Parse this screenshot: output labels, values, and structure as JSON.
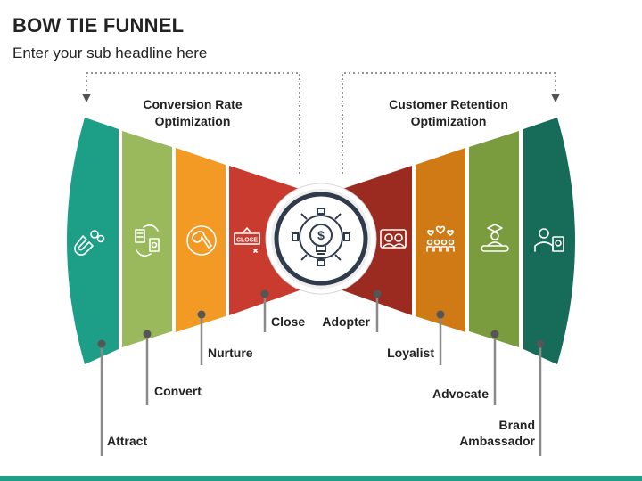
{
  "title": "BOW TIE FUNNEL",
  "subtitle": "Enter your sub headline here",
  "left_heading": [
    "Conversion Rate",
    "Optimization"
  ],
  "right_heading": [
    "Customer Retention",
    "Optimization"
  ],
  "stages": [
    {
      "label": "Attract",
      "color": "#1d9e87",
      "icon": "magnet-dollar-icon"
    },
    {
      "label": "Convert",
      "color": "#9ab95c",
      "icon": "document-exchange-icon"
    },
    {
      "label": "Nurture",
      "color": "#f29a24",
      "icon": "wrench-icon"
    },
    {
      "label": "Close",
      "color": "#c93b2f",
      "icon": "close-sign-icon"
    },
    {
      "label": "Adopter",
      "color": "#9b2a20",
      "icon": "user-group-icon"
    },
    {
      "label": "Loyalist",
      "color": "#cf7a14",
      "icon": "hearts-community-icon"
    },
    {
      "label": "Advocate",
      "color": "#7a9c3f",
      "icon": "graduate-diploma-icon"
    },
    {
      "label": [
        "Brand",
        "Ambassador"
      ],
      "color": "#176b59",
      "icon": "ambassador-badge-icon"
    }
  ],
  "center_icon": "gear-lightbulb-dollar-icon",
  "close_sign_text": "CLOSE",
  "colors": {
    "accent_bar": "#1d9e87",
    "leader_line": "#8a8a8a",
    "center_ring": "#2f3b4a"
  }
}
